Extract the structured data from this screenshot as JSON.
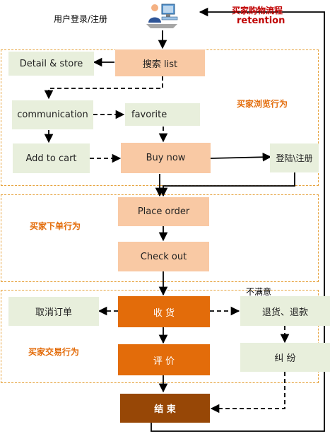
{
  "title": {
    "line1": "买家购物流程",
    "line2": "retention"
  },
  "top_label": "用户登录/注册",
  "section_labels": {
    "browse": "买家浏览行为",
    "order": "买家下单行为",
    "trade": "买家交易行为"
  },
  "nodes": {
    "detail_store": "Detail & store",
    "search_list": "搜索 list",
    "communication": "communication",
    "favorite": "favorite",
    "add_to_cart": "Add to cart",
    "buy_now": "Buy now",
    "login_register": "登陆\\注册",
    "place_order": "Place order",
    "check_out": "Check out",
    "cancel_order": "取消订单",
    "receive": "收 货",
    "return_refund": "退货、退款",
    "review": "评 价",
    "dispute": "纠 纷",
    "end": "结 束"
  },
  "annotations": {
    "unsatisfied": "不满意"
  },
  "icons": {
    "user": "computer-user-icon"
  },
  "colors": {
    "green": "#e8efdc",
    "peach": "#f9c9a4",
    "orange": "#e36c0a",
    "brown": "#974706",
    "region_border": "#e6a23c",
    "title_red": "#c00000"
  }
}
